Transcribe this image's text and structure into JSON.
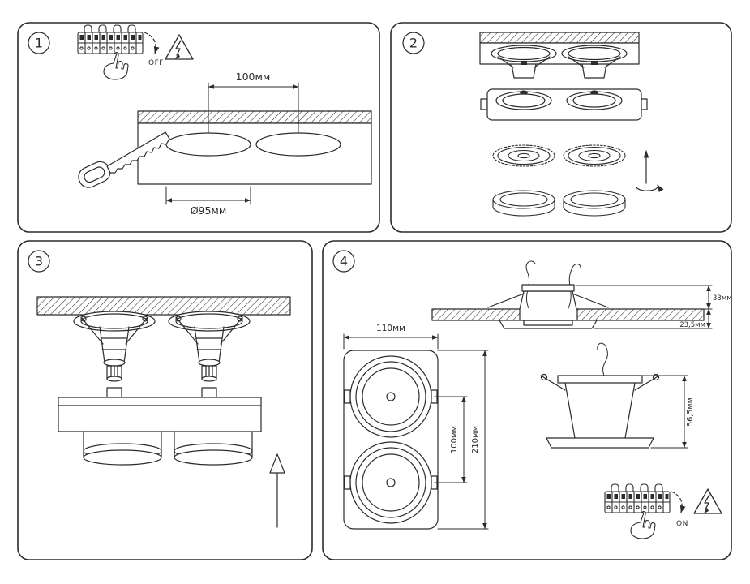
{
  "sheet": {
    "background": "#ffffff",
    "line_color": "#2b2b2b"
  },
  "icons": {
    "hazard": "electric-shock-warning-triangle",
    "saw": "hand-saw",
    "hand": "pointing-hand",
    "terminal": "wired-terminal-block",
    "rotate": "twist-lock-arrow",
    "push": "push-up-arrow"
  },
  "panels": {
    "step1": {
      "number": "1",
      "switch_label": "OFF",
      "dim_hole_spacing": "100мм",
      "dim_hole_diameter": "Ø95мм"
    },
    "step2": {
      "number": "2"
    },
    "step3": {
      "number": "3"
    },
    "step4": {
      "number": "4",
      "dim_recess_height": "33мм",
      "dim_trim_height": "23,5мм",
      "dim_body_width": "110мм",
      "dim_hole_spacing": "100мм",
      "dim_body_length": "210мм",
      "dim_fixture_height": "56,5мм",
      "switch_label": "ON"
    }
  }
}
